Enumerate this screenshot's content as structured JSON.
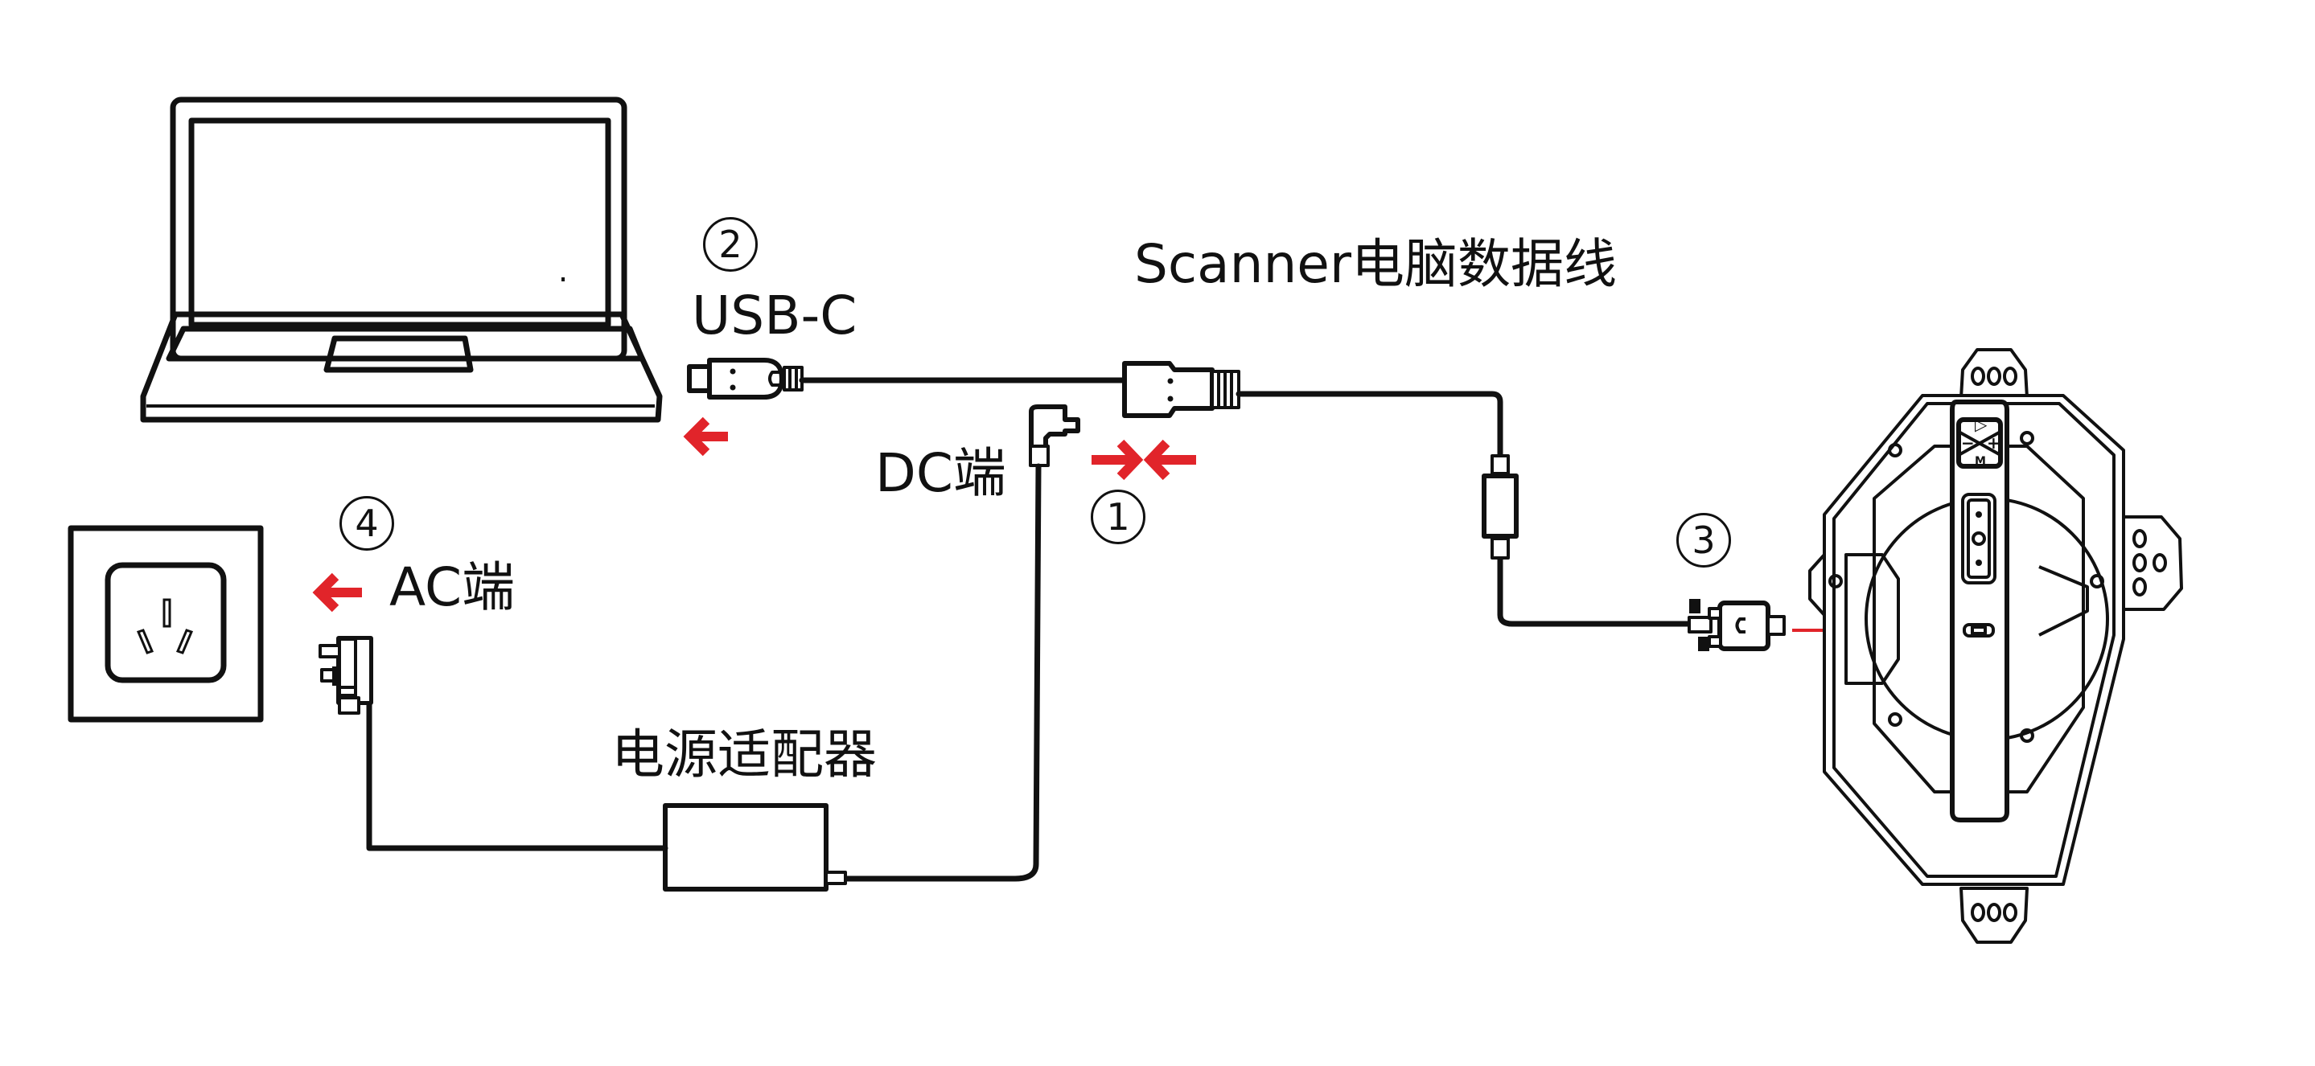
{
  "diagram": {
    "title": "Scanner connection diagram",
    "colors": {
      "line": "#111111",
      "accent": "#e1242a",
      "background": "#ffffff"
    },
    "labels": {
      "usb_c": "USB-C",
      "data_cable": "Scanner电脑数据线",
      "dc_end": "DC端",
      "ac_end": "AC端",
      "power_adapter": "电源适配器"
    },
    "steps": [
      {
        "id": "step-1",
        "number": "1",
        "target": "DC端 ↔ Scanner电脑数据线"
      },
      {
        "id": "step-2",
        "number": "2",
        "target": "USB-C → laptop"
      },
      {
        "id": "step-3",
        "number": "3",
        "target": "scanner port"
      },
      {
        "id": "step-4",
        "number": "4",
        "target": "AC端 → wall outlet"
      }
    ],
    "device_buttons": [
      "▷",
      "−",
      "+",
      "M"
    ],
    "components": [
      "laptop",
      "usb-c-plug",
      "usb-a-connector",
      "dc-plug",
      "ferrite-core",
      "scanner-connector",
      "scanner-device",
      "wall-outlet",
      "ac-plug",
      "power-adapter"
    ]
  }
}
